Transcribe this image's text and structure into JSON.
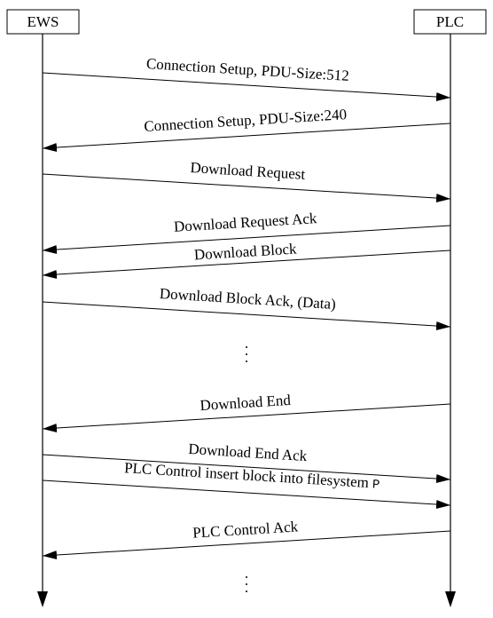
{
  "participants": {
    "left": "EWS",
    "right": "PLC"
  },
  "messages": [
    {
      "label": "Connection Setup, PDU-Size:512",
      "direction": "right"
    },
    {
      "label": "Connection Setup, PDU-Size:240",
      "direction": "left"
    },
    {
      "label": "Download Request",
      "direction": "right"
    },
    {
      "label": "Download Request Ack",
      "direction": "left"
    },
    {
      "label": "Download Block",
      "direction": "left"
    },
    {
      "label": "Download Block Ack, (Data)",
      "direction": "right"
    },
    {
      "label": "Download End",
      "direction": "left"
    },
    {
      "label": "Download End Ack",
      "direction": "right"
    },
    {
      "label": "PLC Control insert block into filesystem ",
      "label_suffix": "P",
      "direction": "right"
    },
    {
      "label": "PLC Control Ack",
      "direction": "left"
    }
  ],
  "ellipsis": "⋮"
}
